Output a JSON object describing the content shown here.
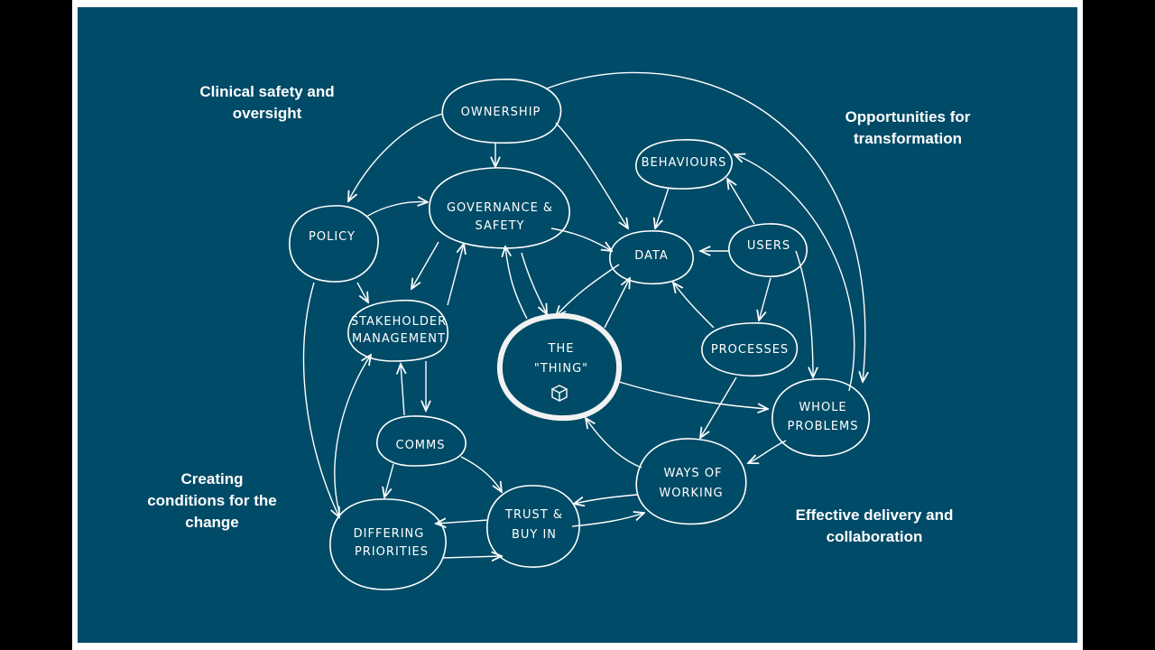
{
  "colors": {
    "background": "#004b67",
    "frame": "#ffffff",
    "outer": "#000000",
    "ink": "#ffffff"
  },
  "corners": {
    "top_left": [
      "Clinical safety and",
      "oversight"
    ],
    "top_right": [
      "Opportunities for",
      "transformation"
    ],
    "bottom_left": [
      "Creating",
      "conditions for the",
      "change"
    ],
    "bottom_right": [
      "Effective delivery and",
      "collaboration"
    ]
  },
  "nodes": {
    "ownership": [
      "OWNERSHIP"
    ],
    "governance": [
      "GOVERNANCE &",
      "SAFETY"
    ],
    "policy": [
      "POLICY"
    ],
    "stakeholder": [
      "STAKEHOLDER",
      "MANAGEMENT"
    ],
    "comms": [
      "COMMS"
    ],
    "differing": [
      "DIFFERING",
      "PRIORITIES"
    ],
    "trust": [
      "TRUST &",
      "BUY IN"
    ],
    "ways": [
      "WAYS OF",
      "WORKING"
    ],
    "whole": [
      "WHOLE",
      "PROBLEMS"
    ],
    "processes": [
      "PROCESSES"
    ],
    "users": [
      "USERS"
    ],
    "behaviours": [
      "BEHAVIOURS"
    ],
    "data": [
      "DATA"
    ],
    "thing": [
      "THE",
      "\"THING\""
    ]
  },
  "icons": {
    "thing_icon": "cube-icon"
  }
}
